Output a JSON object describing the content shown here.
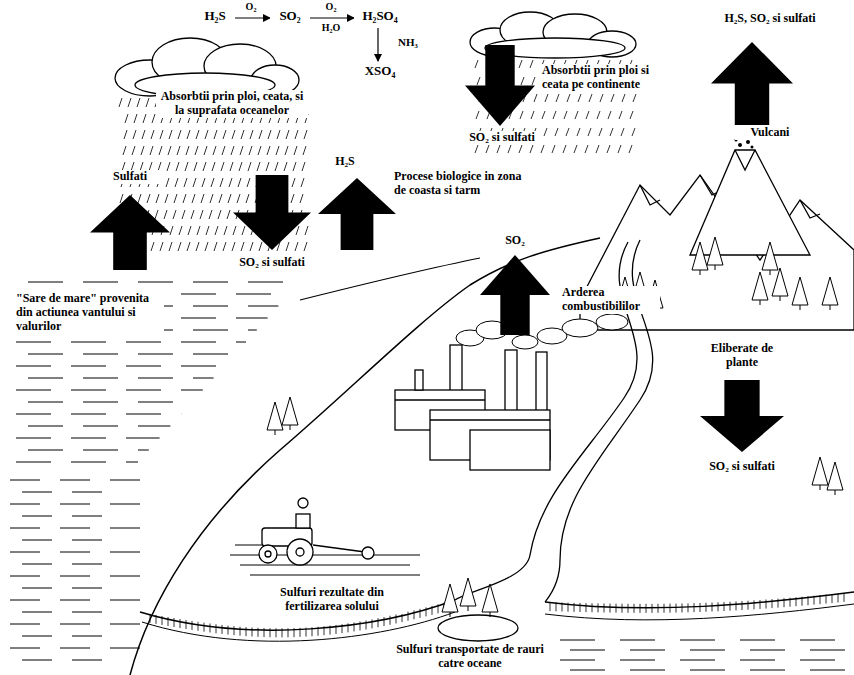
{
  "diagram": {
    "labels": [
      "H₂S",
      "O₂",
      "SO₂",
      "O₂",
      "H₂O",
      "H₂SO₄",
      "NH₃",
      "XSO₄",
      "Absorbtii prin ploi, ceata, si la suprafata oceanelor",
      "Sulfati",
      "H₂S",
      "Procese biologice in zona de coasta si tarm",
      "SO₂ si sulfati",
      "\"Sare de mare\" provenita din actiunea vantului si valurilor",
      "Absorbtii prin ploi si ceata pe continente",
      "SO₂ si sulfati",
      "H₂S, SO₂ si sulfati",
      "Vulcani",
      "SO₂",
      "Arderea combustibililor",
      "Eliberate de plante",
      "SO₂ si sulfati",
      "Sulfuri rezultate din fertilizarea solului",
      "Sulfuri transportate de rauri catre oceane"
    ]
  }
}
